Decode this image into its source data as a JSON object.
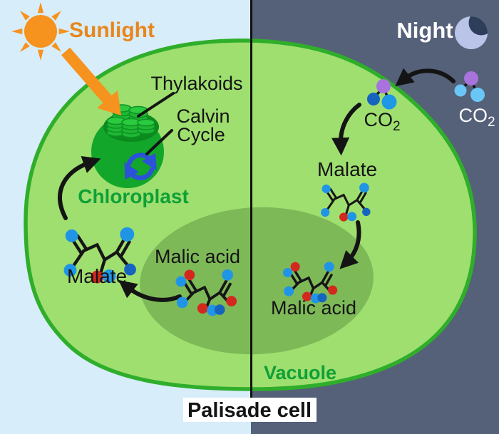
{
  "palette": {
    "day_background": "#D7EDFA",
    "night_background": "#556079",
    "cell_fill": "#9FDF6F",
    "cell_border": "#2FAE2B",
    "vacuole_fill": "#7EB958",
    "chloroplast_fill": "#12A62A",
    "grana_well_fill": "#0B8A1D",
    "thylakoid_coin_green": "#1FB834",
    "calvin_arrow_blue": "#2B52D8",
    "sun_orange": "#F6921E",
    "sunlight_text_orange": "#E8861B",
    "moon_light": "#B9C4E8",
    "moon_shadow": "#2D3E5B",
    "green_label_text": "#0FA037",
    "black_ink": "#141414",
    "atom_blue": "#2095E6",
    "atom_dark_blue": "#1565BF",
    "atom_light_blue": "#69C6F5",
    "atom_red": "#D3281E",
    "atom_purple": "#A873DC",
    "label_box_white": "#FFFFFF"
  },
  "header": {
    "day_label": "Sunlight",
    "night_label": "Night"
  },
  "cell": {
    "title": "Palisade cell",
    "vacuole_label": "Vacuole",
    "chloroplast_label": "Chloroplast",
    "thylakoids_label": "Thylakoids",
    "calvin_cycle_label_line1": "Calvin",
    "calvin_cycle_label_line2": "Cycle"
  },
  "molecules": {
    "co2_formula_main": "CO",
    "co2_formula_subscript": "2",
    "day_malate_label": "Malate",
    "day_malic_acid_label": "Malic acid",
    "night_malate_label": "Malate",
    "night_malic_acid_label": "Malic acid"
  }
}
